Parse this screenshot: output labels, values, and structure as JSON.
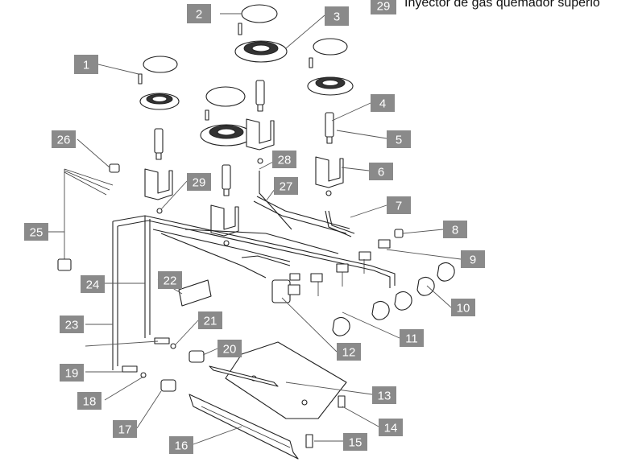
{
  "legend": {
    "number": "29",
    "text": "Inyector de gas quemador superio"
  },
  "callouts": [
    {
      "id": "1",
      "label": "1"
    },
    {
      "id": "2",
      "label": "2"
    },
    {
      "id": "3",
      "label": "3"
    },
    {
      "id": "4",
      "label": "4"
    },
    {
      "id": "5",
      "label": "5"
    },
    {
      "id": "6",
      "label": "6"
    },
    {
      "id": "7",
      "label": "7"
    },
    {
      "id": "8",
      "label": "8"
    },
    {
      "id": "9",
      "label": "9"
    },
    {
      "id": "10",
      "label": "10"
    },
    {
      "id": "11",
      "label": "11"
    },
    {
      "id": "12",
      "label": "12"
    },
    {
      "id": "13",
      "label": "13"
    },
    {
      "id": "14",
      "label": "14"
    },
    {
      "id": "15",
      "label": "15"
    },
    {
      "id": "16",
      "label": "16"
    },
    {
      "id": "17",
      "label": "17"
    },
    {
      "id": "18",
      "label": "18"
    },
    {
      "id": "19",
      "label": "19"
    },
    {
      "id": "20",
      "label": "20"
    },
    {
      "id": "21",
      "label": "21"
    },
    {
      "id": "22",
      "label": "22"
    },
    {
      "id": "23",
      "label": "23"
    },
    {
      "id": "24",
      "label": "24"
    },
    {
      "id": "25",
      "label": "25"
    },
    {
      "id": "26",
      "label": "26"
    },
    {
      "id": "27",
      "label": "27"
    },
    {
      "id": "28",
      "label": "28"
    },
    {
      "id": "29",
      "label": "29"
    }
  ]
}
